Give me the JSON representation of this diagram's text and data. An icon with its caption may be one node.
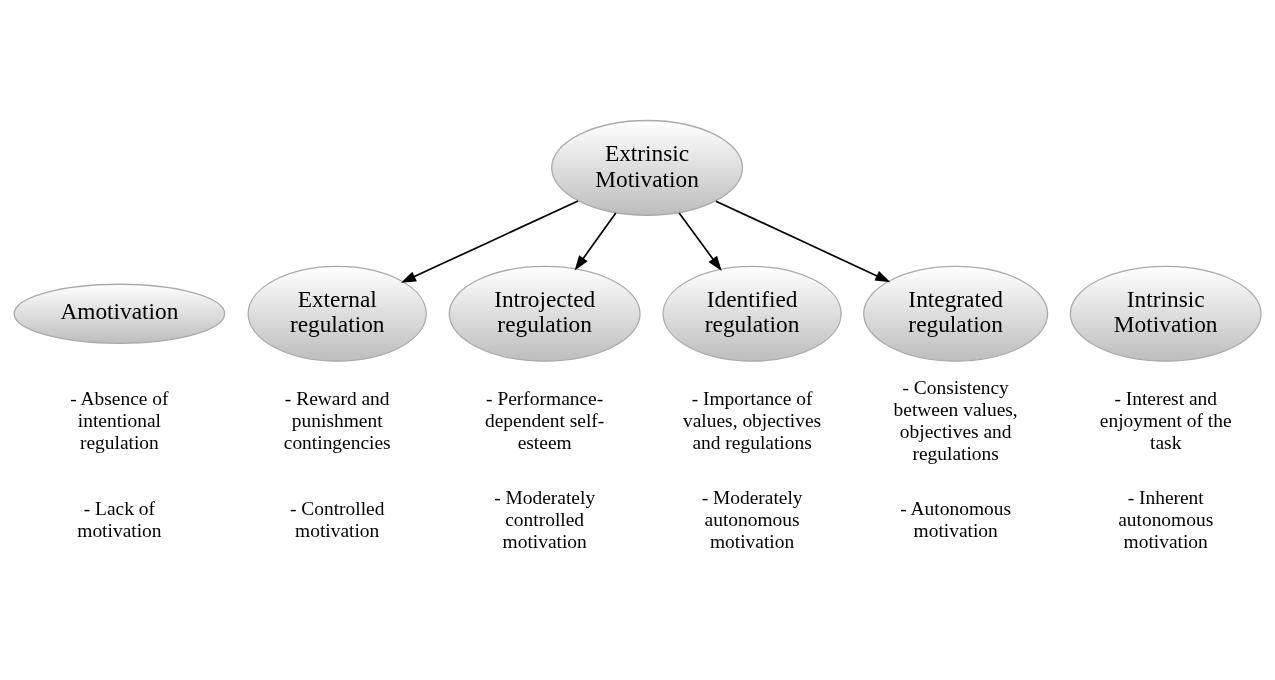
{
  "diagram": {
    "nodes": [
      {
        "text": [
          "Amotivation"
        ],
        "beside": [
          "- Absence of intentional regulation",
          "- Lack of motivation"
        ]
      },
      {
        "text": [
          "Extrinsic Motivation"
        ]
      },
      {
        "text": [
          "Intrinsic Motivation"
        ],
        "beside": [
          "- Interest and enjoyment of the task",
          "- Inherent autonomous motivation"
        ]
      },
      {
        "text": [
          "External regulation"
        ],
        "beside": [
          "- Reward and punishment contingencies",
          "- Controlled motivation"
        ]
      },
      {
        "text": [
          "Introjected regulation"
        ],
        "beside": [
          "- Performance-dependent self-esteem",
          "- Moderately controlled motivation"
        ]
      },
      {
        "text": [
          "Identified regulation"
        ],
        "beside": [
          "- Importance of values, objectives and regulations",
          "- Moderately autonomous motivation"
        ]
      },
      {
        "text": [
          "Integrated regulation"
        ],
        "beside": [
          "- Consistency between values, objectives and regulations",
          "- Autonomous motivation"
        ]
      }
    ],
    "edges": [
      {
        "from": 1,
        "to": 3,
        "arrow": "to"
      },
      {
        "from": 1,
        "to": 4,
        "arrow": "to"
      },
      {
        "from": 1,
        "to": 5,
        "arrow": "to"
      },
      {
        "from": 1,
        "to": 6,
        "arrow": "to"
      }
    ]
  }
}
